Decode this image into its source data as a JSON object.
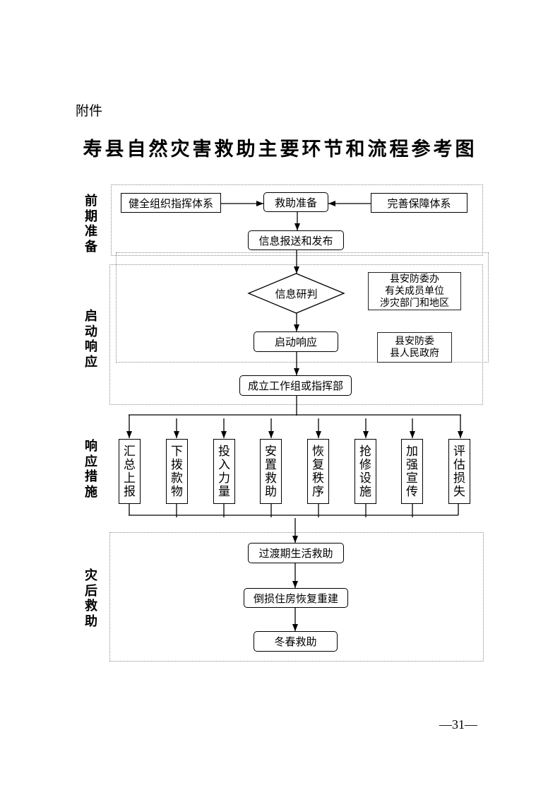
{
  "header": {
    "attachment_label": "附件",
    "title": "寿县自然灾害救助主要环节和流程参考图"
  },
  "sections": [
    {
      "label": "前期准备"
    },
    {
      "label": "启动响应"
    },
    {
      "label": "响应措施"
    },
    {
      "label": "灾后救助"
    }
  ],
  "flow": {
    "preparation": {
      "left": "健全组织指挥体系",
      "center": "救助准备",
      "right": "完善保障体系",
      "release": "信息报送和发布"
    },
    "response": {
      "assessment": "信息研判",
      "assessment_note": [
        "县安防委办",
        "有关成员单位",
        "涉灾部门和地区"
      ],
      "launch": "启动响应",
      "launch_note": [
        "县安防委",
        "县人民政府"
      ],
      "team": "成立工作组或指挥部"
    },
    "measures": [
      "汇总上报",
      "下拨款物",
      "投入力量",
      "安置救助",
      "恢复秩序",
      "抢修设施",
      "加强宣传",
      "评估损失"
    ],
    "recovery": [
      "过渡期生活救助",
      "倒损住房恢复重建",
      "冬春救助"
    ]
  },
  "footer": {
    "page_number": "—31—"
  }
}
